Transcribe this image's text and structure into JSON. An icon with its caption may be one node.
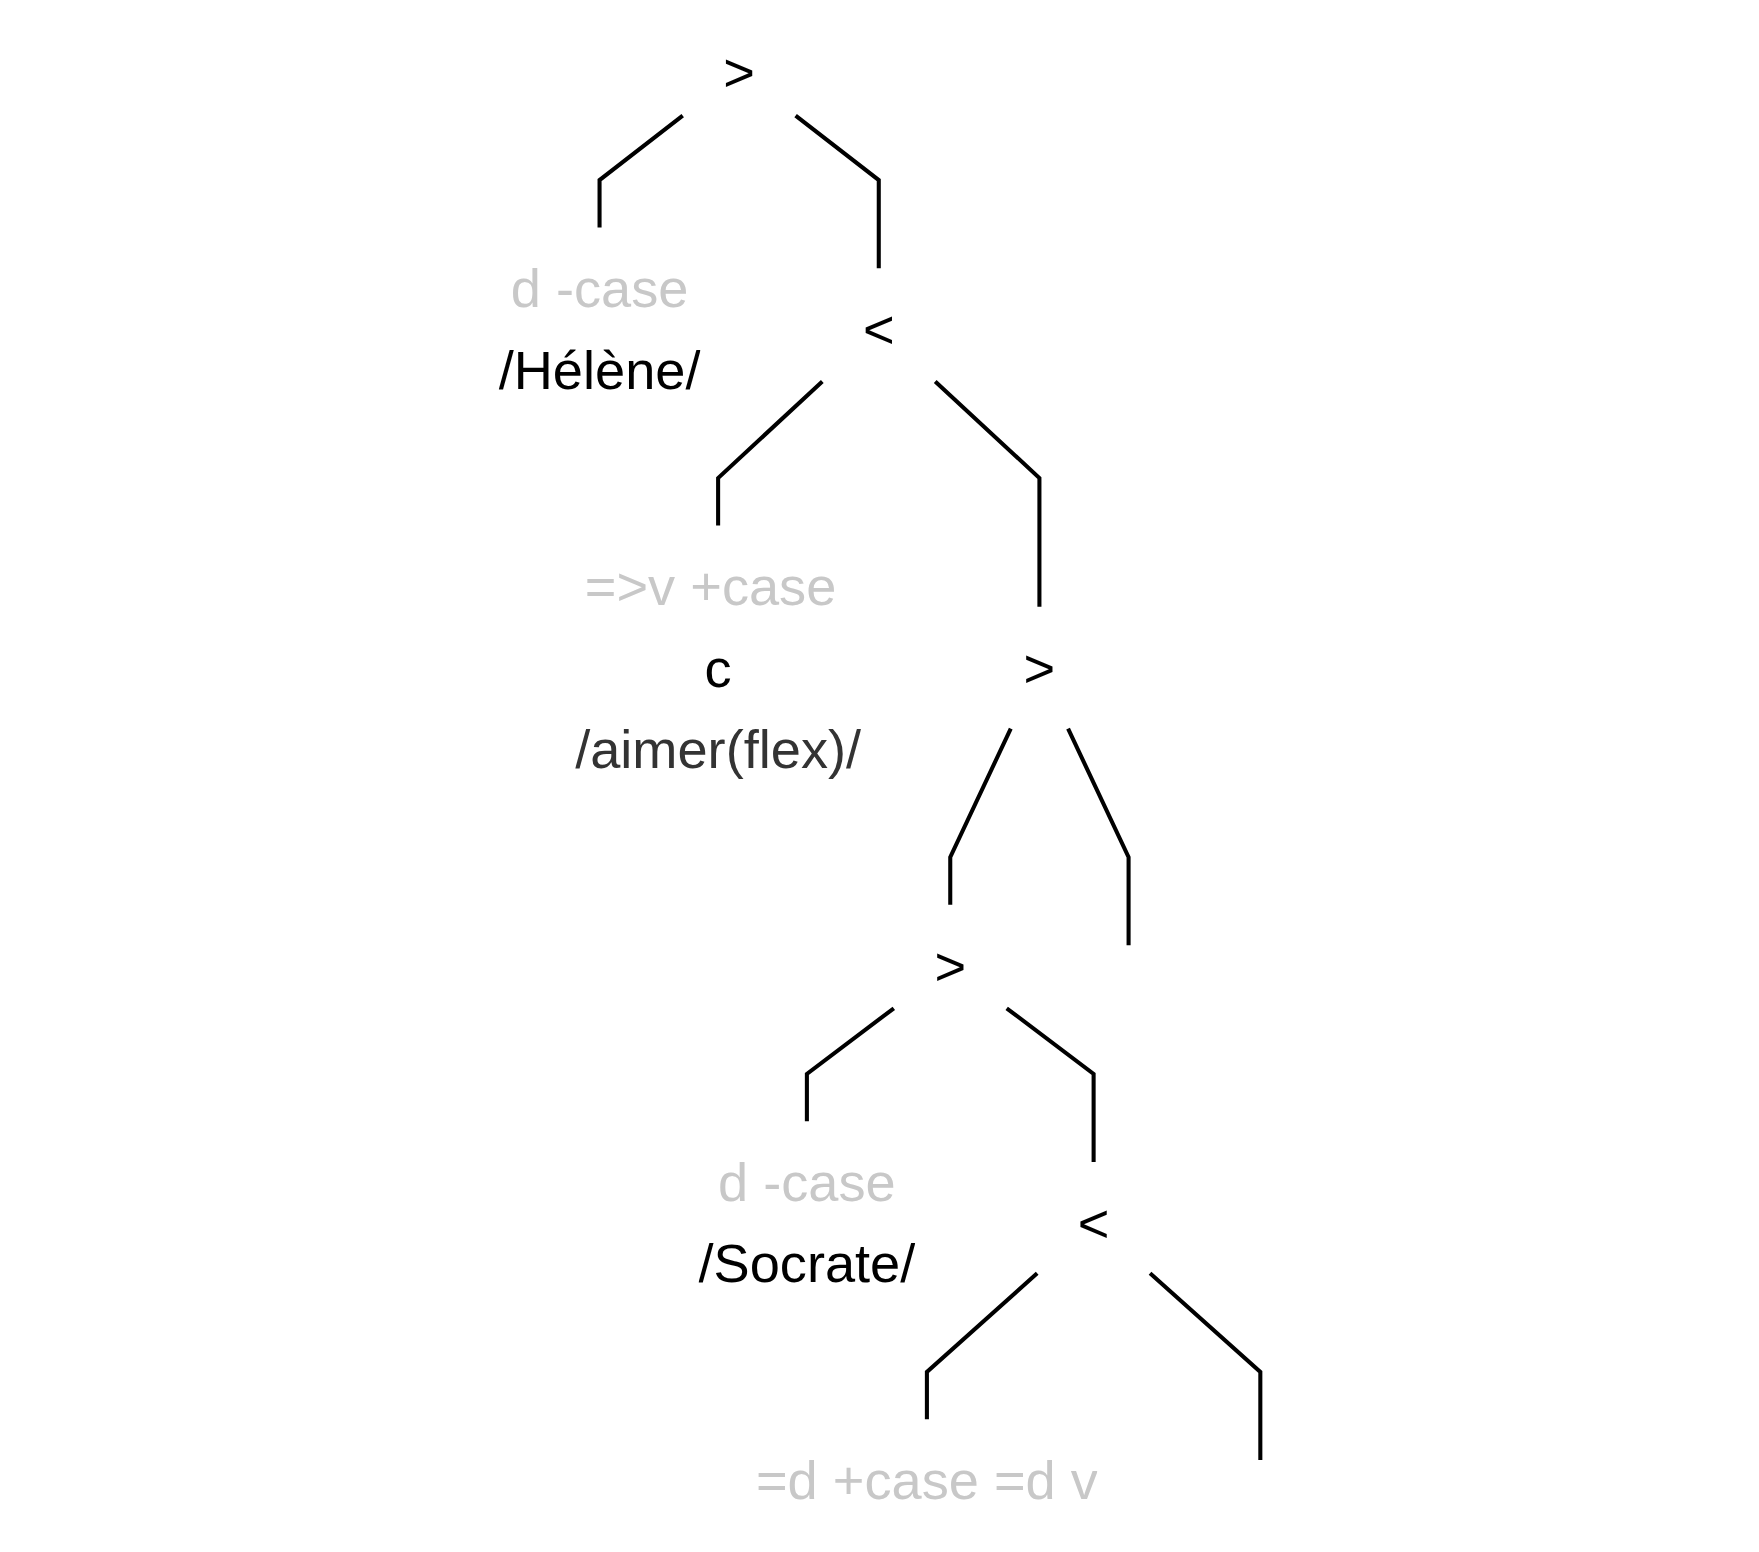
{
  "diagram": {
    "nodes": [
      {
        "text": [
          ">"
        ]
      },
      {
        "text": [
          "d -case",
          "/Hélène/"
        ]
      },
      {
        "text": [
          "<"
        ]
      },
      {
        "text": [
          "=>v +case",
          "c",
          "/aimer(flex)/"
        ]
      },
      {
        "text": [
          ">"
        ]
      },
      {
        "text": [
          ">"
        ]
      },
      {
        "text": [
          "d -case",
          "/Socrate/"
        ]
      },
      {
        "text": [
          "<"
        ]
      },
      {
        "text": [
          "=d +case =d v"
        ]
      }
    ],
    "edges": [
      {
        "from": 0,
        "to": 1,
        "arrow": "none"
      },
      {
        "from": 0,
        "to": 2,
        "arrow": "none"
      },
      {
        "from": 2,
        "to": 3,
        "arrow": "none"
      },
      {
        "from": 2,
        "to": 4,
        "arrow": "none"
      },
      {
        "from": 4,
        "to": null,
        "arrow": "none"
      },
      {
        "from": 4,
        "to": 5,
        "arrow": "none"
      },
      {
        "from": 5,
        "to": 6,
        "arrow": "none"
      },
      {
        "from": 5,
        "to": 7,
        "arrow": "none"
      },
      {
        "from": 7,
        "to": 8,
        "arrow": "none"
      },
      {
        "from": 7,
        "to": null,
        "arrow": "none"
      }
    ]
  }
}
